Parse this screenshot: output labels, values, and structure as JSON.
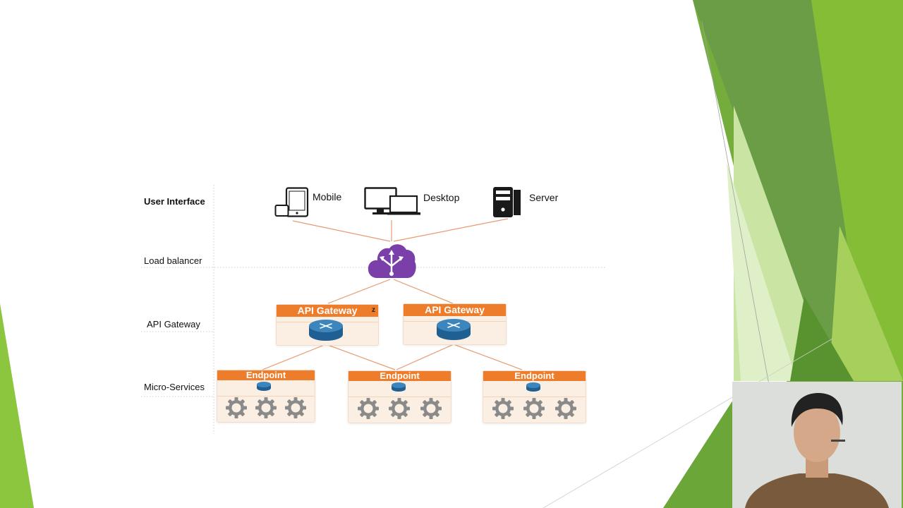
{
  "rows": {
    "user_interface": "User Interface",
    "load_balancer": "Load balancer",
    "api_gateway": "API Gateway",
    "micro_services": "Micro-Services"
  },
  "clients": {
    "mobile": "Mobile",
    "desktop": "Desktop",
    "server": "Server"
  },
  "gateways": [
    {
      "label": "API Gateway",
      "mark": "z"
    },
    {
      "label": "API Gateway"
    }
  ],
  "endpoints": [
    {
      "label": "Endpoint"
    },
    {
      "label": "Endpoint"
    },
    {
      "label": "Endpoint"
    }
  ],
  "icons": {
    "mobile": "mobile-tablet-icon",
    "desktop": "desktop-laptop-icon",
    "server": "server-tower-icon",
    "load_balancer": "cloud-load-balancer-icon",
    "router": "router-icon",
    "gear": "gear-icon"
  },
  "colors": {
    "header_orange": "#ee7d2b",
    "box_fill": "#fbeee3",
    "connector": "#e89a70",
    "cloud_purple": "#7a3fa8",
    "router_blue": "#2d6fa3",
    "gear_gray": "#8a8a8a",
    "green_dark": "#6a9d45",
    "green_mid": "#7cb33a",
    "green_light": "#a6cf5e"
  }
}
